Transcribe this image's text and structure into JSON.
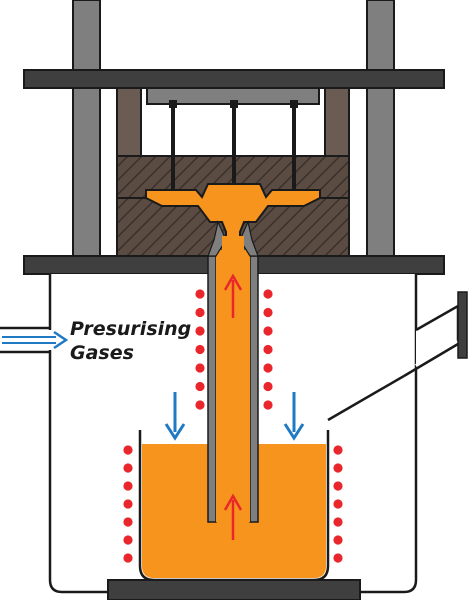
{
  "labels": {
    "line1": "Presurising",
    "line2": "Gases"
  },
  "colors": {
    "frame": "#7f7f7f",
    "plate": "#3f3f3f",
    "die": "#5a4c43",
    "die_hatch": "#3a302a",
    "block": "#6b5c53",
    "molten_metal": "#f7941d",
    "heater_dot": "#e8262b",
    "gas_arrow": "#1f7ac3",
    "flow_arrow": "#e8262b",
    "vessel": "#ffffff",
    "outline": "#1a1a1a"
  },
  "icons": {
    "gas_inlet_arrow": "arrow-right",
    "pressure_arrows": "arrow-down",
    "flow_arrows": "arrow-up",
    "heating_coils": "dots"
  }
}
